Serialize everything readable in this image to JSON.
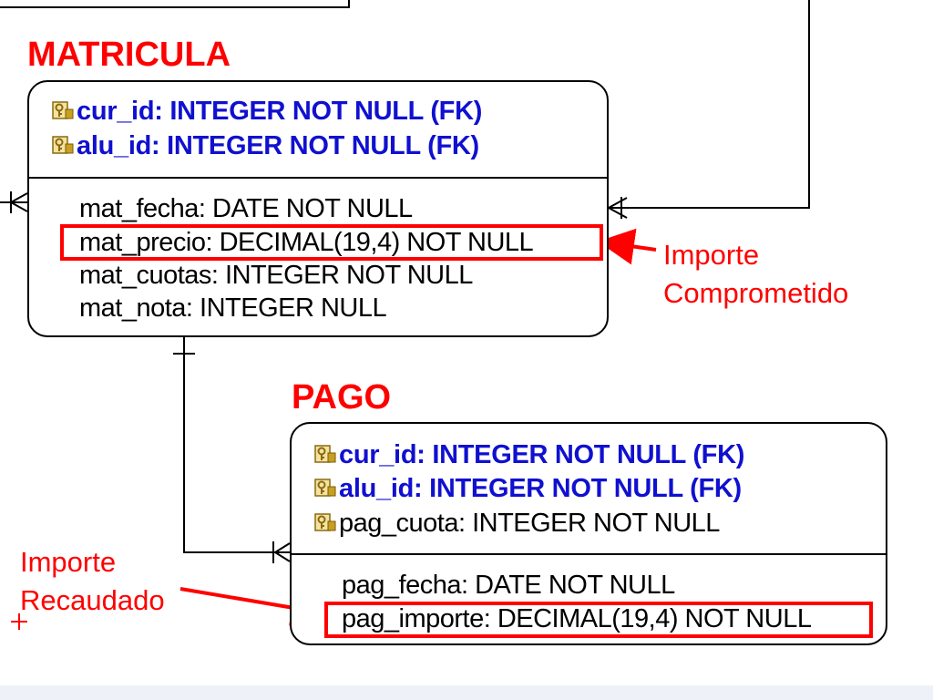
{
  "matricula": {
    "title": "MATRICULA",
    "pk_rows": [
      "cur_id: INTEGER NOT NULL (FK)",
      "alu_id: INTEGER NOT NULL (FK)"
    ],
    "attr_rows": [
      "mat_fecha: DATE NOT NULL",
      "mat_precio: DECIMAL(19,4) NOT NULL",
      "mat_cuotas: INTEGER NOT NULL",
      "mat_nota: INTEGER NULL"
    ]
  },
  "pago": {
    "title": "PAGO",
    "pk_rows": [
      "cur_id: INTEGER NOT NULL (FK)",
      "alu_id: INTEGER NOT NULL (FK)",
      "pag_cuota: INTEGER NOT NULL"
    ],
    "attr_rows": [
      "pag_fecha: DATE NOT NULL",
      "pag_importe: DECIMAL(19,4) NOT NULL"
    ]
  },
  "annotations": {
    "committed": [
      "Importe",
      "Comprometido"
    ],
    "collected": [
      "Importe",
      "Recaudado"
    ]
  },
  "colors": {
    "highlight": "#ff0000",
    "pk_text": "#1010d0",
    "key_icon": "#c8a020"
  }
}
